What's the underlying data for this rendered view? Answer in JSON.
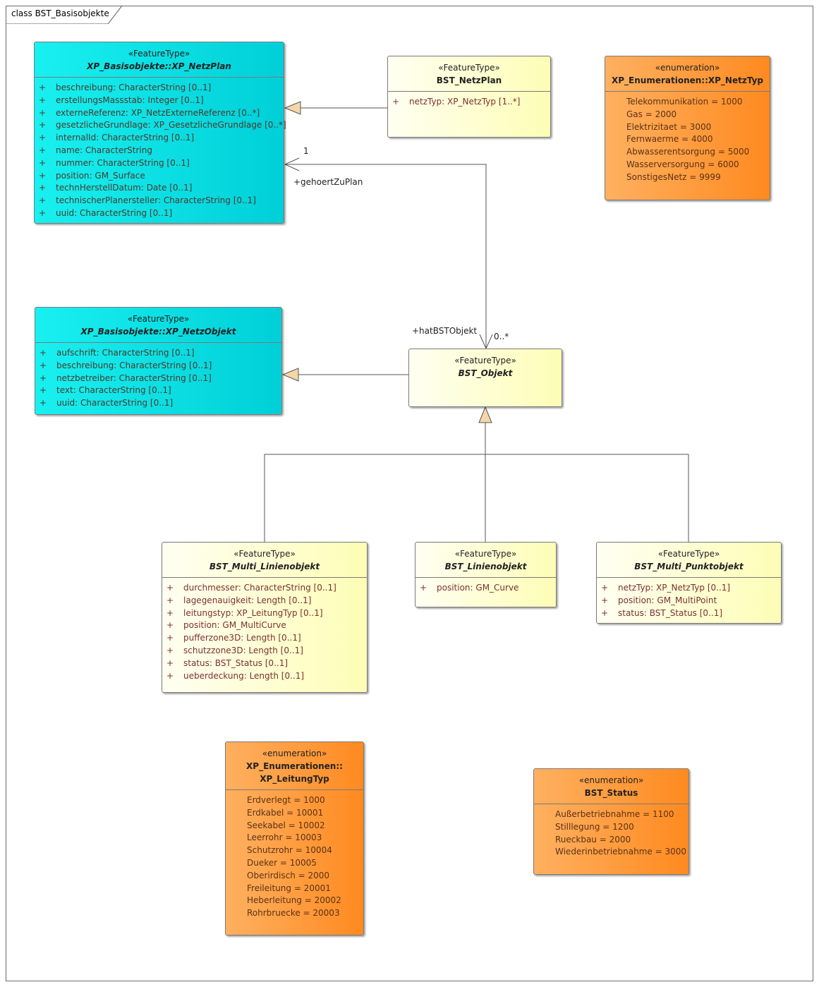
{
  "frame_title": "class BST_Basisobjekte",
  "classes": {
    "xp_netzplan": {
      "stereotype": "«FeatureType»",
      "name": "XP_Basisobjekte::XP_NetzPlan",
      "attributes": [
        {
          "vis": "+",
          "text": "beschreibung: CharacterString [0..1]"
        },
        {
          "vis": "+",
          "text": "erstellungsMassstab: Integer [0..1]"
        },
        {
          "vis": "+",
          "text": "externeReferenz: XP_NetzExterneReferenz [0..*]"
        },
        {
          "vis": "+",
          "text": "gesetzlicheGrundlage: XP_GesetzlicheGrundlage [0..*]"
        },
        {
          "vis": "+",
          "text": "internalId: CharacterString [0..1]"
        },
        {
          "vis": "+",
          "text": "name: CharacterString"
        },
        {
          "vis": "+",
          "text": "nummer: CharacterString [0..1]"
        },
        {
          "vis": "+",
          "text": "position: GM_Surface"
        },
        {
          "vis": "+",
          "text": "technHerstellDatum: Date [0..1]"
        },
        {
          "vis": "+",
          "text": "technischerPlanersteller: CharacterString [0..1]"
        },
        {
          "vis": "+",
          "text": "uuid: CharacterString [0..1]"
        }
      ]
    },
    "bst_netzplan": {
      "stereotype": "«FeatureType»",
      "name": "BST_NetzPlan",
      "attributes": [
        {
          "vis": "+",
          "text": "netzTyp: XP_NetzTyp [1..*]"
        }
      ]
    },
    "xp_netztyp": {
      "stereotype": "«enumeration»",
      "name": "XP_Enumerationen::XP_NetzTyp",
      "literals": [
        "Telekommunikation = 1000",
        "Gas = 2000",
        "Elektrizitaet = 3000",
        "Fernwaerme = 4000",
        "Abwasserentsorgung = 5000",
        "Wasserversorgung = 6000",
        "SonstigesNetz = 9999"
      ]
    },
    "xp_netzobjekt": {
      "stereotype": "«FeatureType»",
      "name": "XP_Basisobjekte::XP_NetzObjekt",
      "attributes": [
        {
          "vis": "+",
          "text": "aufschrift: CharacterString [0..1]"
        },
        {
          "vis": "+",
          "text": "beschreibung: CharacterString [0..1]"
        },
        {
          "vis": "+",
          "text": "netzbetreiber: CharacterString [0..1]"
        },
        {
          "vis": "+",
          "text": "text: CharacterString [0..1]"
        },
        {
          "vis": "+",
          "text": "uuid: CharacterString [0..1]"
        }
      ]
    },
    "bst_objekt": {
      "stereotype": "«FeatureType»",
      "name": "BST_Objekt",
      "attributes": []
    },
    "bst_multi_linienobjekt": {
      "stereotype": "«FeatureType»",
      "name": "BST_Multi_Linienobjekt",
      "attributes": [
        {
          "vis": "+",
          "text": "durchmesser: CharacterString [0..1]"
        },
        {
          "vis": "+",
          "text": "lagegenauigkeit: Length [0..1]"
        },
        {
          "vis": "+",
          "text": "leitungstyp: XP_LeitungTyp [0..1]"
        },
        {
          "vis": "+",
          "text": "position: GM_MultiCurve"
        },
        {
          "vis": "+",
          "text": "pufferzone3D: Length [0..1]"
        },
        {
          "vis": "+",
          "text": "schutzzone3D: Length [0..1]"
        },
        {
          "vis": "+",
          "text": "status: BST_Status [0..1]"
        },
        {
          "vis": "+",
          "text": "ueberdeckung: Length [0..1]"
        }
      ]
    },
    "bst_linienobjekt": {
      "stereotype": "«FeatureType»",
      "name": "BST_Linienobjekt",
      "attributes": [
        {
          "vis": "+",
          "text": "position: GM_Curve"
        }
      ]
    },
    "bst_multi_punktobjekt": {
      "stereotype": "«FeatureType»",
      "name": "BST_Multi_Punktobjekt",
      "attributes": [
        {
          "vis": "+",
          "text": "netzTyp: XP_NetzTyp [0..1]"
        },
        {
          "vis": "+",
          "text": "position: GM_MultiPoint"
        },
        {
          "vis": "+",
          "text": "status: BST_Status [0..1]"
        }
      ]
    },
    "xp_leitungtyp": {
      "stereotype": "«enumeration»",
      "name_line1": "XP_Enumerationen::",
      "name_line2": "XP_LeitungTyp",
      "literals": [
        "Erdverlegt = 1000",
        "Erdkabel = 10001",
        "Seekabel = 10002",
        "Leerrohr = 10003",
        "Schutzrohr = 10004",
        "Dueker = 10005",
        "Oberirdisch = 2000",
        "Freileitung = 20001",
        "Heberleitung = 20002",
        "Rohrbruecke = 20003"
      ]
    },
    "bst_status": {
      "stereotype": "«enumeration»",
      "name": "BST_Status",
      "literals": [
        "Außerbetriebnahme = 1100",
        "Stilllegung = 1200",
        "Rueckbau = 2000",
        "Wiederinbetriebnahme = 3000"
      ]
    }
  },
  "association": {
    "plan_role": "+gehoertZuPlan",
    "plan_multiplicity": "1",
    "objekt_role": "+hatBSTObjekt",
    "objekt_multiplicity": "0..*"
  },
  "colors": {
    "xp_class_fill": "#00d8e0",
    "bst_class_fill": "#fdfdb6",
    "enum_fill": "#ff9a3a",
    "line": "#555555",
    "generalization_arrow_fill": "#f5d6a8"
  }
}
